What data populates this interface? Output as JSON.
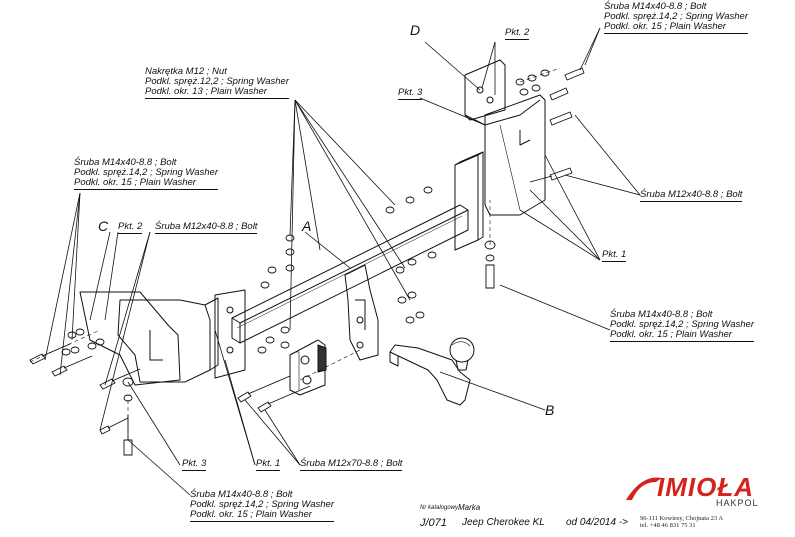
{
  "letters": {
    "A": "A",
    "B": "B",
    "C": "C",
    "D": "D"
  },
  "callouts": {
    "top_right": [
      "Śruba M14x40-8.8 ; Bolt",
      "Podkl. spręż.14,2 ; Spring Washer",
      "Podkl. okr. 15 ; Plain Washer"
    ],
    "top_center": [
      "Nakrętka M12 ; Nut",
      "Podkl. spręż.12,2 ; Spring Washer",
      "Podkl. okr. 13 ; Plain Washer"
    ],
    "left": [
      "Śruba M14x40-8.8 ; Bolt",
      "Podkl. spręż.14,2 ; Spring Washer",
      "Podkl. okr. 15 ; Plain Washer"
    ],
    "left_bolt_m12": "Śruba M12x40-8.8 ; Bolt",
    "right_bolt_m12": "Śruba M12x40-8.8 ; Bolt",
    "right_lower": [
      "Śruba M14x40-8.8 ; Bolt",
      "Podkl. spręż.14,2 ; Spring Washer",
      "Podkl. okr. 15 ; Plain Washer"
    ],
    "bottom_bolt_m12x70": "Śruba M12x70-8.8  ; Bolt",
    "bottom_left": [
      "Śruba M14x40-8.8 ; Bolt",
      "Podkl. spręż.14,2 ; Spring Washer",
      "Podkl. okr. 15 ; Plain Washer"
    ]
  },
  "points": {
    "pkt2_top": "Pkt. 2",
    "pkt3_top": "Pkt. 3",
    "pkt1_right": "Pkt. 1",
    "pkt2_left": "Pkt. 2",
    "pkt3_bottom": "Pkt. 3",
    "pkt1_bottom": "Pkt. 1"
  },
  "footer": {
    "catalog_label": "Nr katalogowy",
    "brand_label": "Marka",
    "catalog_number": "J/071",
    "vehicle": "Jeep Cherokee KL",
    "date_range": "od 04/2014 ->"
  },
  "logo": {
    "name": "IMIOŁA",
    "sub": "HAKPOL",
    "address": "96-111 Kowiesy, Chojnata 23 A",
    "phone": "tel. +48 46 831 75 31",
    "accent": "#d6221d"
  }
}
